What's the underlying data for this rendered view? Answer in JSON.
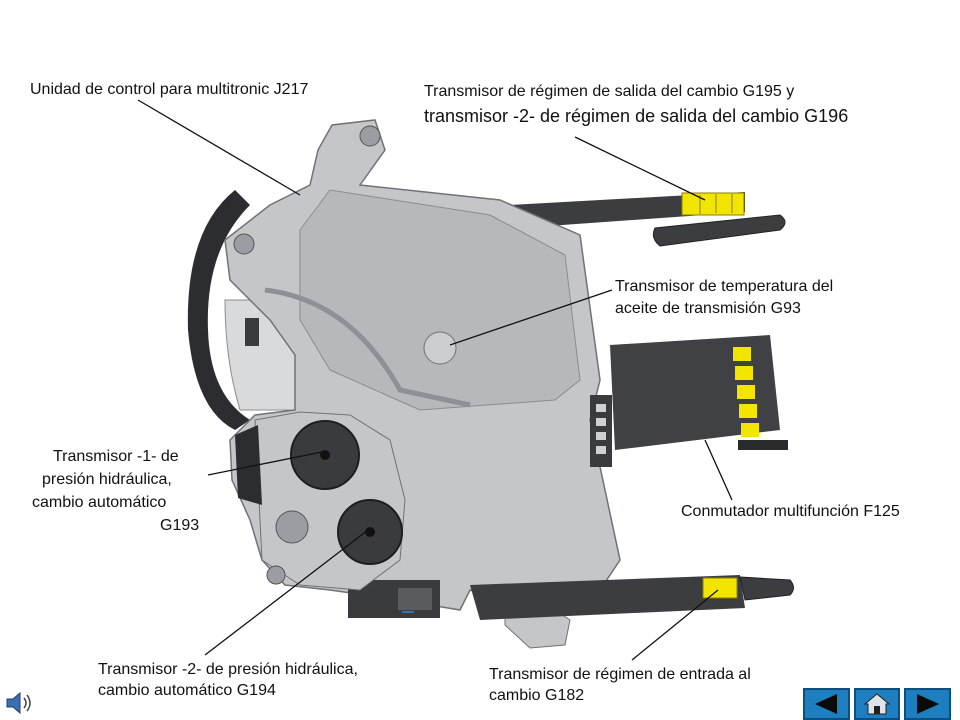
{
  "labels": {
    "control_unit": "Unidad de control para multitronic J217",
    "output_speed_1": "Transmisor de régimen de salida del cambio G195 y",
    "output_speed_2": "transmisor -2- de régimen de salida del cambio G196",
    "oil_temp_1": "Transmisor de temperatura del",
    "oil_temp_2": "aceite de transmisión G93",
    "pressure1_1": "Transmisor -1- de",
    "pressure1_2": "presión hidráulica,",
    "pressure1_3": "cambio automático",
    "pressure1_4": "G193",
    "multifunction": "Conmutador multifunción F125",
    "pressure2_1": "Transmisor -2- de presión hidráulica,",
    "pressure2_2": "cambio automático G194",
    "input_speed_1": "Transmisor de régimen de entrada al",
    "input_speed_2": "cambio G182"
  },
  "nav": {
    "back_icon": "triangle-left-icon",
    "home_icon": "home-icon",
    "forward_icon": "triangle-right-icon"
  },
  "audio_icon": "speaker-icon",
  "colors": {
    "housing": "#c4c6c9",
    "housing_shade": "#9a9da2",
    "dark_part": "#3a3b3e",
    "sensor_yellow": "#f2e600",
    "nav_blue": "#1e7fc0"
  }
}
